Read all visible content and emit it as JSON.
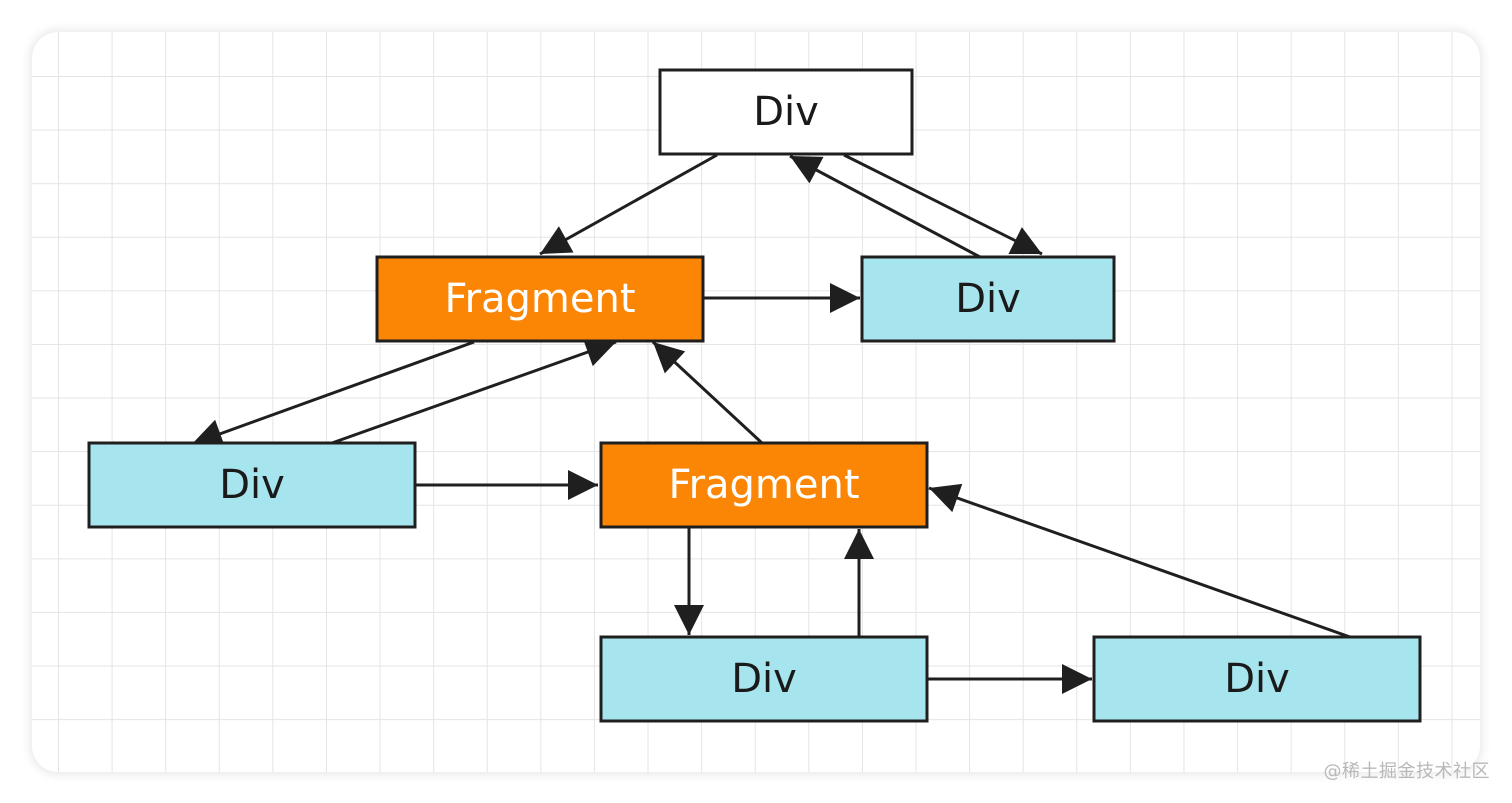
{
  "colors": {
    "root_fill": "#ffffff",
    "div_fill": "#a6e4ee",
    "fragment_fill": "#fb8504",
    "stroke": "#1f1f1f",
    "div_text": "#1a1a1a",
    "fragment_text": "#ffffff"
  },
  "nodes": [
    {
      "id": "root-div",
      "label": "Div",
      "kind": "root"
    },
    {
      "id": "fragment-1",
      "label": "Fragment",
      "kind": "fragment"
    },
    {
      "id": "div-right",
      "label": "Div",
      "kind": "div"
    },
    {
      "id": "div-left",
      "label": "Div",
      "kind": "div"
    },
    {
      "id": "fragment-2",
      "label": "Fragment",
      "kind": "fragment"
    },
    {
      "id": "div-bottom-mid",
      "label": "Div",
      "kind": "div"
    },
    {
      "id": "div-bottom-right",
      "label": "Div",
      "kind": "div"
    }
  ],
  "edges": [
    {
      "from": "root-div",
      "to": "fragment-1"
    },
    {
      "from": "root-div",
      "to": "div-right"
    },
    {
      "from": "div-right",
      "to": "root-div"
    },
    {
      "from": "fragment-1",
      "to": "div-right"
    },
    {
      "from": "fragment-1",
      "to": "div-left"
    },
    {
      "from": "div-left",
      "to": "fragment-1"
    },
    {
      "from": "fragment-2",
      "to": "fragment-1"
    },
    {
      "from": "div-left",
      "to": "fragment-2"
    },
    {
      "from": "fragment-2",
      "to": "div-bottom-mid"
    },
    {
      "from": "div-bottom-mid",
      "to": "fragment-2"
    },
    {
      "from": "div-bottom-right",
      "to": "fragment-2"
    },
    {
      "from": "div-bottom-mid",
      "to": "div-bottom-right"
    }
  ],
  "watermark": "@稀土掘金技术社区"
}
